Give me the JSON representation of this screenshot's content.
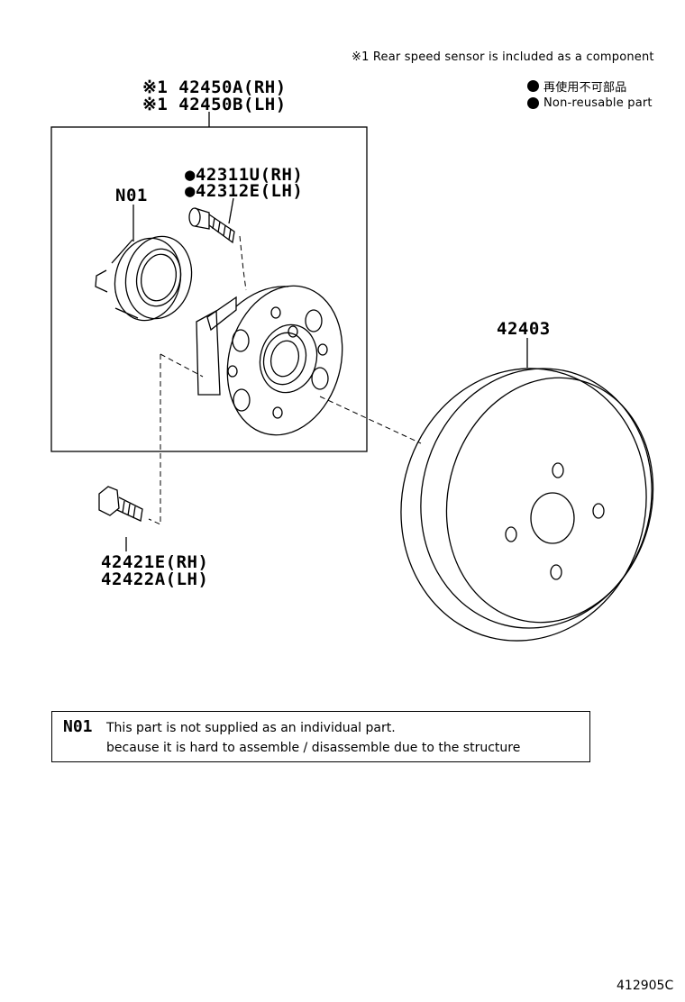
{
  "header_note": "※1 Rear speed sensor is included as a component",
  "legend": [
    {
      "icon": "filled-circle-icon",
      "text": "再使用不可部品"
    },
    {
      "icon": "filled-circle-icon",
      "text": "Non-reusable part"
    }
  ],
  "parts": {
    "hub_assembly": {
      "line1": "※1 42450A(RH)",
      "line2": "※1 42450B(LH)"
    },
    "bearing": {
      "code": "N01"
    },
    "hub_bolt": {
      "line1": "●42311U(RH)",
      "line2": "●42312E(LH)"
    },
    "brake_drum": {
      "code": "42403"
    },
    "mount_bolt": {
      "line1": "42421E(RH)",
      "line2": "42422A(LH)"
    }
  },
  "footnote": {
    "code": "N01",
    "line1": "This part is not supplied as an individual part.",
    "line2": "because it is hard to assemble / disassemble due to the structure"
  },
  "figure_number": "412905C"
}
